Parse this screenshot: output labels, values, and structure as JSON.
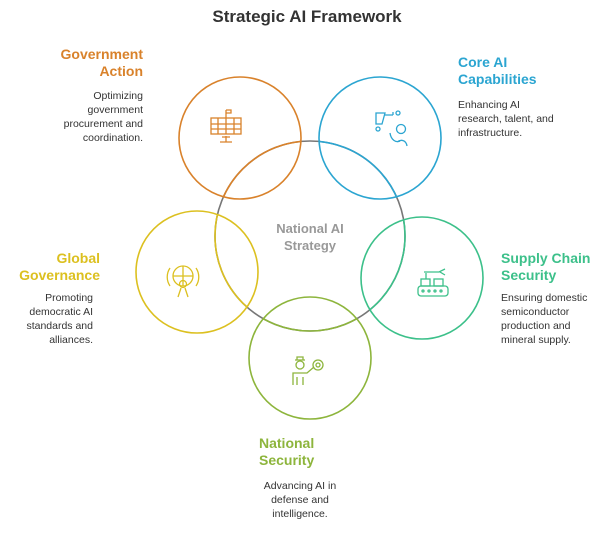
{
  "title": "Strategic AI Framework",
  "center": {
    "line1": "National AI",
    "line2": "Strategy"
  },
  "colors": {
    "government": "#D9822B",
    "core": "#2BA5D1",
    "global": "#DCC020",
    "supply": "#3CC08A",
    "national": "#8DB53C",
    "center": "#777777"
  },
  "nodes": {
    "government": {
      "title1": "Government",
      "title2": "Action",
      "desc": [
        "Optimizing",
        "government",
        "procurement and",
        "coordination."
      ],
      "icon": "government-building-icon"
    },
    "core": {
      "title1": "Core AI",
      "title2": "Capabilities",
      "desc": [
        "Enhancing AI",
        "research, talent, and",
        "infrastructure."
      ],
      "icon": "robot-arm-person-icon"
    },
    "global": {
      "title1": "Global",
      "title2": "Governance",
      "desc": [
        "Promoting",
        "democratic AI",
        "standards and",
        "alliances."
      ],
      "icon": "globe-broadcast-icon"
    },
    "supply": {
      "title1": "Supply Chain",
      "title2": "Security",
      "desc": [
        "Ensuring domestic",
        "semiconductor",
        "production and",
        "mineral supply."
      ],
      "icon": "conveyor-belt-icon"
    },
    "national": {
      "title1": "National",
      "title2": "Security",
      "desc": [
        "Advancing AI in",
        "defense and",
        "intelligence."
      ],
      "icon": "officer-gear-icon"
    }
  }
}
